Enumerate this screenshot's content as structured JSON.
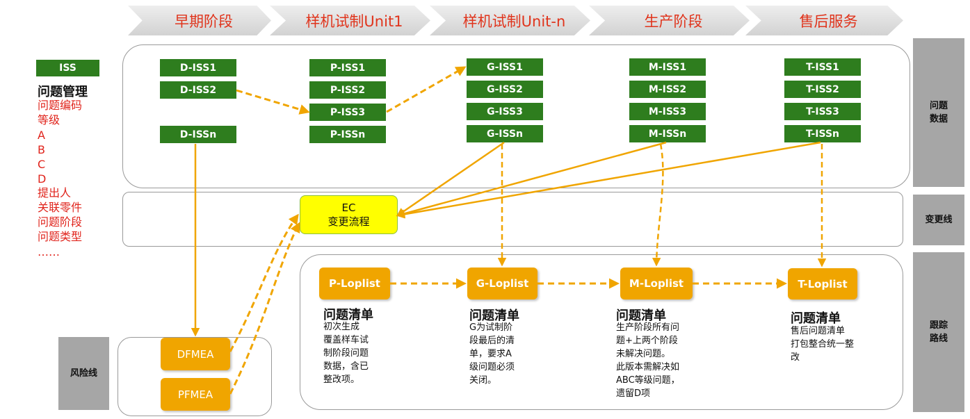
{
  "stages": [
    "早期阶段",
    "样机试制Unit1",
    "样机试制Unit-n",
    "生产阶段",
    "售后服务"
  ],
  "legend": {
    "iss": "ISS",
    "title": "问题管理",
    "items": [
      "问题编码",
      "等级",
      "A",
      "B",
      "C",
      "D",
      "提出人",
      "关联零件",
      "问题阶段",
      "问题类型",
      "……"
    ]
  },
  "issue_columns": [
    [
      "D-ISS1",
      "D-ISS2",
      "D-ISSn"
    ],
    [
      "P-ISS1",
      "P-ISS2",
      "P-ISS3",
      "P-ISSn"
    ],
    [
      "G-ISS1",
      "G-ISS2",
      "G-ISS3",
      "G-ISSn"
    ],
    [
      "M-ISS1",
      "M-ISS2",
      "M-ISS3",
      "M-ISSn"
    ],
    [
      "T-ISS1",
      "T-ISS2",
      "T-ISS3",
      "T-ISSn"
    ]
  ],
  "side_labels": {
    "issue_data": "问题\n数据",
    "change_line": "变更线",
    "tracking_line": "跟踪\n路线",
    "risk_line": "风险线"
  },
  "ec": {
    "line1": "EC",
    "line2": "变更流程"
  },
  "risk_boxes": [
    "DFMEA",
    "PFMEA"
  ],
  "loplists": [
    {
      "label": "P-Loplist",
      "title": "问题清单",
      "desc": "初次生成\n覆盖样车试\n制阶段问题\n数据，含已\n整改项。"
    },
    {
      "label": "G-Loplist",
      "title": "问题清单",
      "desc": "G为试制阶\n段最后的清\n单，要求A\n级问题必须\n关闭。"
    },
    {
      "label": "M-Loplist",
      "title": "问题清单",
      "desc": "生产阶段所有问\n题+上两个阶段\n未解决问题。\n此版本需解决如\nABC等级问题，\n遗留D项"
    },
    {
      "label": "T-Loplist",
      "title": "问题清单",
      "desc": "售后问题清单\n打包整合统一整\n改"
    }
  ],
  "colors": {
    "stage_text": "#e0341c",
    "issue_box": "#2e7d1e",
    "orange_box": "#f0a500",
    "arrow": "#f0a500",
    "ec_fill": "#ffff00",
    "legend_text": "#e0241c",
    "side_label": "#a6a6a6"
  }
}
